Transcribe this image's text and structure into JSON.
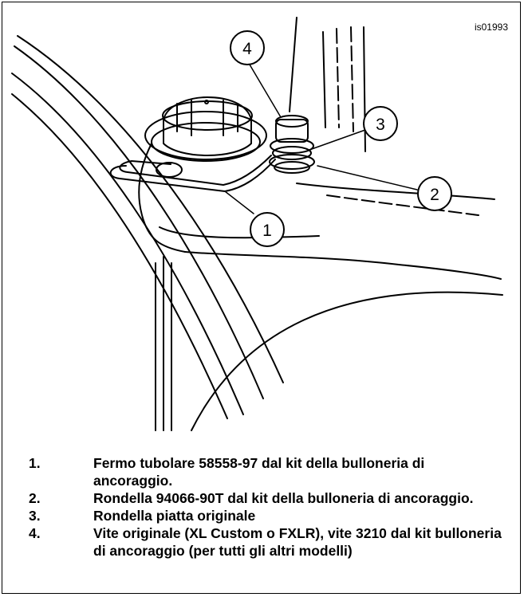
{
  "figure": {
    "id": "is01993",
    "callouts": [
      "1",
      "2",
      "3",
      "4"
    ]
  },
  "legend": [
    {
      "num": "1.",
      "text": "Fermo tubolare 58558-97 dal kit della bulloneria di ancoraggio."
    },
    {
      "num": "2.",
      "text": "Rondella 94066-90T dal kit della bulloneria di ancoraggio."
    },
    {
      "num": "3.",
      "text": "Rondella piatta originale"
    },
    {
      "num": "4.",
      "text": "Vite originale (XL Custom o FXLR), vite 3210 dal kit bulloneria di ancoraggio (per tutti gli altri modelli)"
    }
  ]
}
